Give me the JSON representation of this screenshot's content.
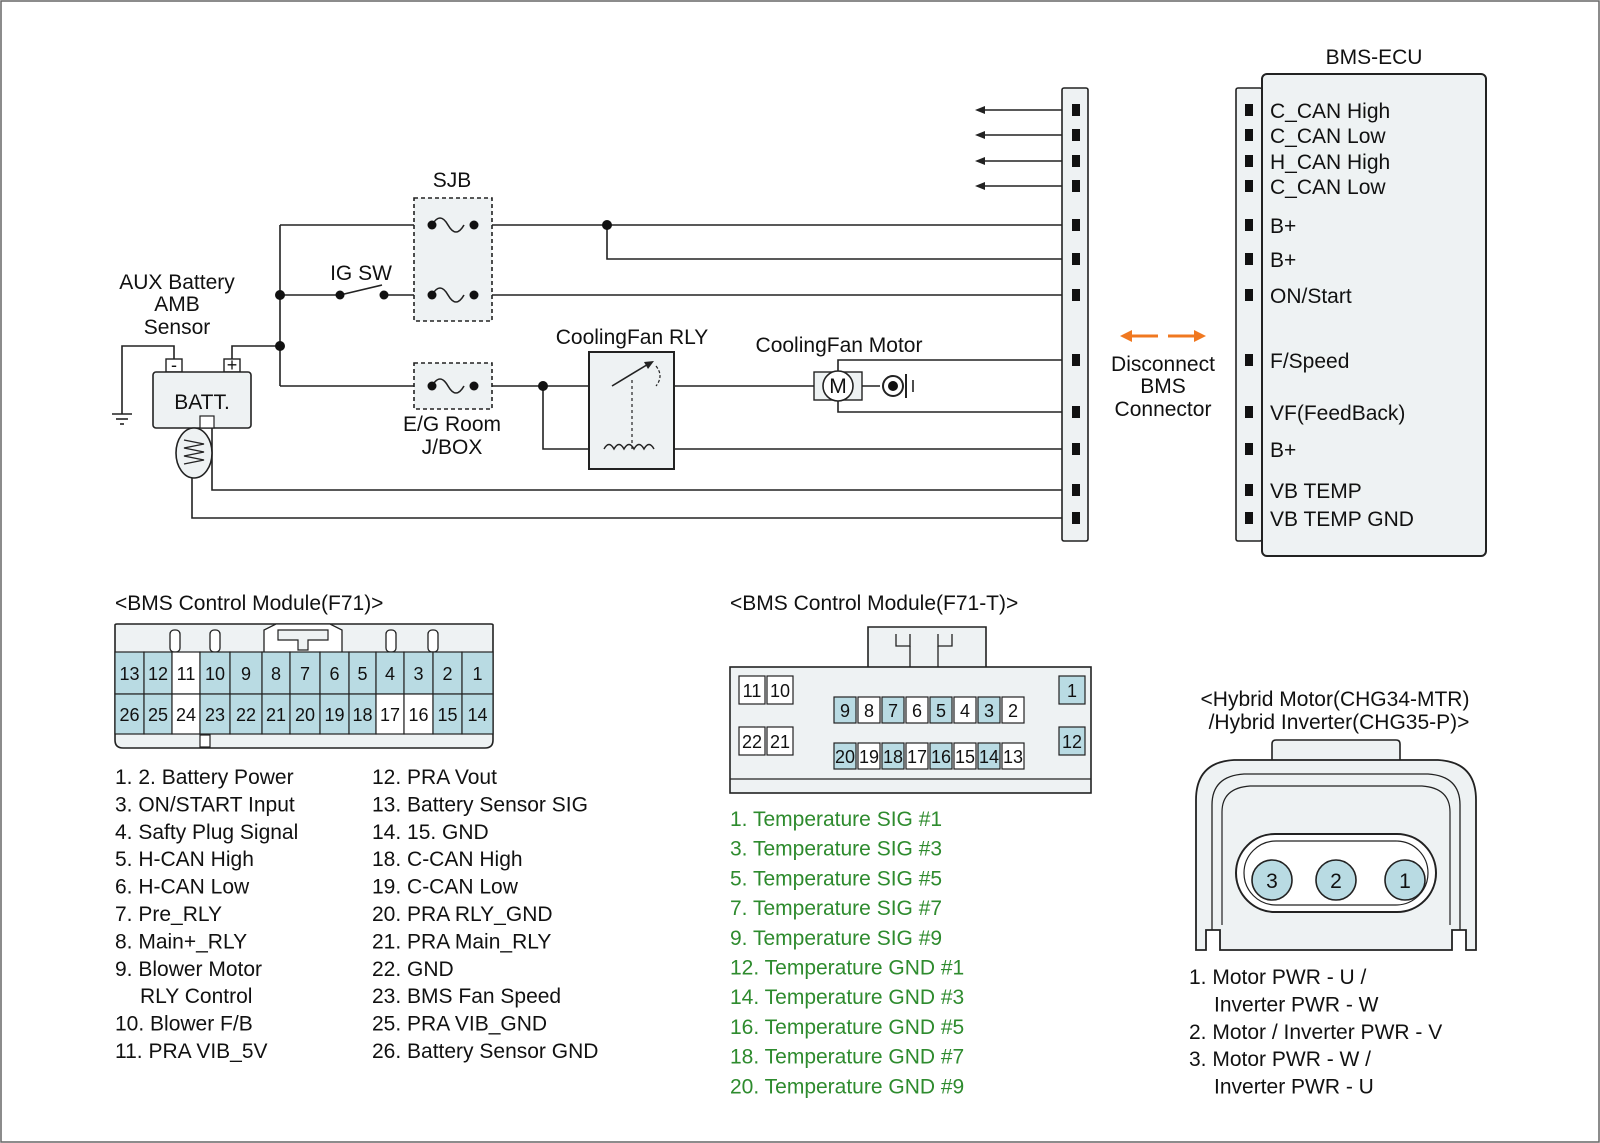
{
  "schematic": {
    "sjb": "SJB",
    "ig_sw": "IG SW",
    "aux_battery": [
      "AUX Battery",
      "AMB",
      "Sensor"
    ],
    "batt": "BATT.",
    "batt_minus": "-",
    "batt_plus": "+",
    "eg_room": [
      "E/G Room",
      "J/BOX"
    ],
    "cooling_fan_rly": "CoolingFan RLY",
    "cooling_fan_motor": "CoolingFan Motor",
    "motor_symbol": "M",
    "disconnect": [
      "Disconnect",
      "BMS",
      "Connector"
    ],
    "ecu_title": "BMS-ECU",
    "ecu_pins": [
      "C_CAN High",
      "C_CAN Low",
      "H_CAN High",
      "C_CAN Low",
      "B+",
      "B+",
      "ON/Start",
      "F/Speed",
      "VF(FeedBack)",
      "B+",
      "VB TEMP",
      "VB TEMP GND"
    ]
  },
  "connector_f71": {
    "title": "<BMS Control Module(F71)>",
    "top_row": [
      "13",
      "12",
      "11",
      "10",
      "9",
      "8",
      "7",
      "6",
      "5",
      "4",
      "3",
      "2",
      "1"
    ],
    "bottom_row": [
      "26",
      "25",
      "24",
      "23",
      "22",
      "21",
      "20",
      "19",
      "18",
      "17",
      "16",
      "15",
      "14"
    ],
    "legend_left": [
      "1. 2. Battery Power",
      "3. ON/START Input",
      "4. Safty Plug Signal",
      "5. H-CAN High",
      "6. H-CAN Low",
      "7. Pre_RLY",
      "8. Main+_RLY",
      "9. Blower Motor",
      "RLY Control",
      "10. Blower F/B",
      "11. PRA VIB_5V"
    ],
    "legend_right": [
      "12. PRA Vout",
      "13. Battery Sensor SIG",
      "14. 15. GND",
      "18. C-CAN High",
      "19. C-CAN Low",
      "20. PRA RLY_GND",
      "21. PRA Main_RLY",
      "22. GND",
      "23. BMS Fan Speed",
      "25. PRA VIB_GND",
      "26. Battery Sensor GND"
    ]
  },
  "connector_f71t": {
    "title": "<BMS Control Module(F71-T)>",
    "pins_top_left": [
      "11",
      "10"
    ],
    "pins_bottom_left": [
      "22",
      "21"
    ],
    "pins_row1": [
      "9",
      "8",
      "7",
      "6",
      "5",
      "4",
      "3",
      "2"
    ],
    "pins_row2": [
      "20",
      "19",
      "18",
      "17",
      "16",
      "15",
      "14",
      "13"
    ],
    "pin_right_top": "1",
    "pin_right_bottom": "12",
    "legend": [
      "1. Temperature SIG #1",
      "3. Temperature SIG #3",
      "5. Temperature SIG #5",
      "7. Temperature SIG #7",
      "9. Temperature SIG #9",
      "12. Temperature GND #1",
      "14. Temperature GND #3",
      "16. Temperature GND #5",
      "18. Temperature GND #7",
      "20. Temperature GND #9"
    ]
  },
  "connector_hybrid": {
    "title": [
      "<Hybrid Motor(CHG34-MTR)",
      "/Hybrid Inverter(CHG35-P)>"
    ],
    "pins": [
      "3",
      "2",
      "1"
    ],
    "legend": [
      "1. Motor PWR - U /",
      "Inverter PWR - W",
      "2. Motor / Inverter PWR - V",
      "3. Motor PWR - W /",
      "Inverter PWR - U"
    ]
  },
  "colors": {
    "pin_fill": "#b9dbe3",
    "legend_green": "#2e8b2e",
    "arrow_orange": "#f07820",
    "box_fill": "#eef2f3"
  }
}
